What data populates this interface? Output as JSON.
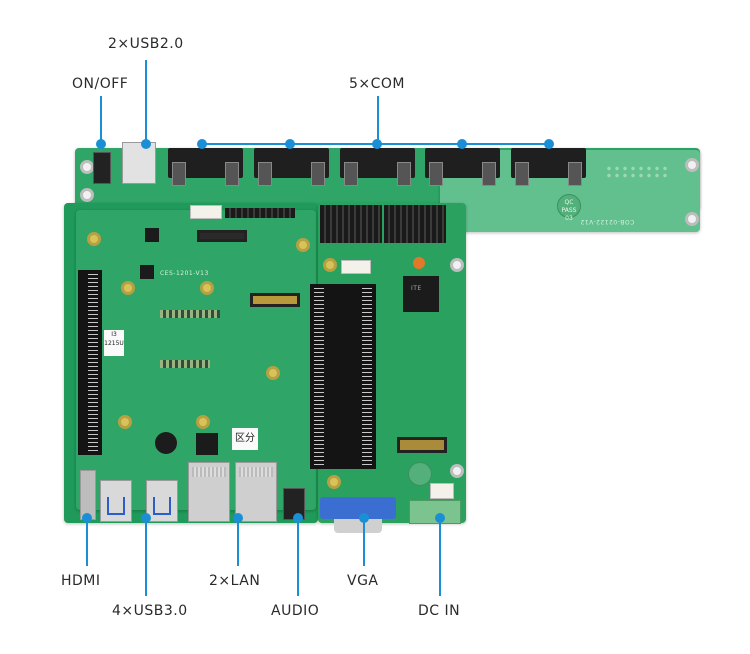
{
  "diagram": {
    "subject": "Embedded motherboard with 5-COM riser board",
    "background_color": "#ffffff",
    "accent_color": "#1a8fd6",
    "pcb_color": "#2fa667",
    "callouts": {
      "usb20": {
        "label": "2×USB2.0"
      },
      "onoff": {
        "label": "ON/OFF"
      },
      "com": {
        "label": "5×COM"
      },
      "hdmi": {
        "label": "HDMI"
      },
      "usb30": {
        "label": "4×USB3.0"
      },
      "lan": {
        "label": "2×LAN"
      },
      "audio": {
        "label": "AUDIO"
      },
      "vga": {
        "label": "VGA"
      },
      "dcin": {
        "label": "DC IN"
      }
    },
    "board_markings": {
      "cpu_sticker": "I3\n1215U",
      "qc_sticker": "区分",
      "riser_part_number": "COB-02122-V12",
      "main_part_number": "CES-1201-V13",
      "qc_badge": "QC PASS 03",
      "chip_logo": "ITE"
    }
  }
}
